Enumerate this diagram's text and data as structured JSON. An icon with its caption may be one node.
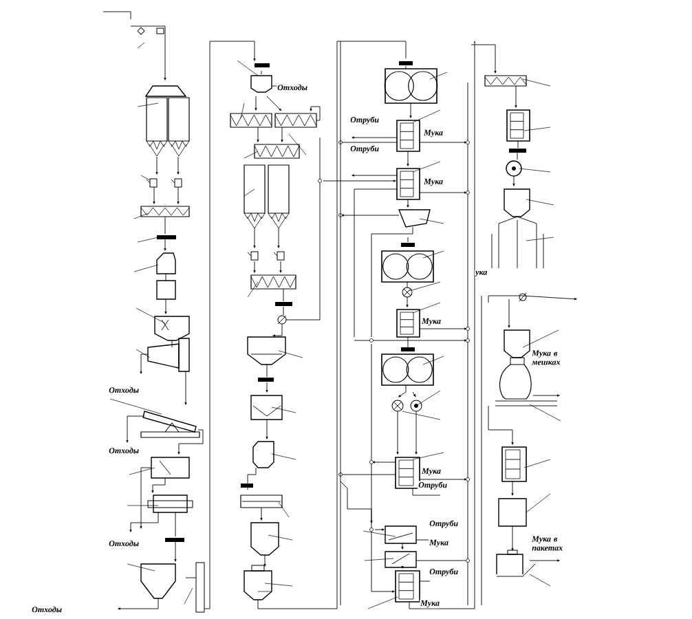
{
  "diagram": {
    "labels": [
      "Отходы",
      "Отруби",
      "Мука",
      "Отруби",
      "Мука",
      "ука",
      "Мука",
      "Мука в мешках",
      "Отходы",
      "Отходы",
      "Мука",
      "Отруби",
      "Отруби",
      "Мука",
      "Отходы",
      "Мука в пакетах",
      "Отруби",
      "Мука",
      "Отходы"
    ]
  }
}
